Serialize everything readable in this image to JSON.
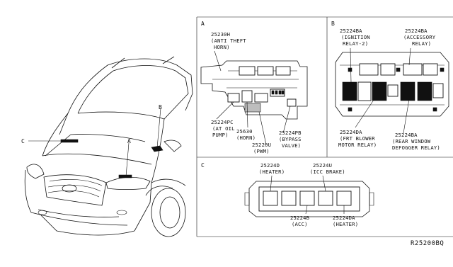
{
  "car_callouts": [
    "C",
    "B",
    "A"
  ],
  "panel_a": {
    "letter": "A",
    "parts": [
      {
        "no": "25230H",
        "desc": [
          "(ANTI THEFT",
          "HORN)"
        ]
      },
      {
        "no": "25224PC",
        "desc": [
          "(AT OIL",
          "PUMP)"
        ]
      },
      {
        "no": "25630",
        "desc": [
          "(HORN)"
        ]
      },
      {
        "no": "25220U",
        "desc": [
          "(PWM)"
        ]
      },
      {
        "no": "25224PB",
        "desc": [
          "(BYPASS",
          "VALVE)"
        ]
      }
    ]
  },
  "panel_b": {
    "letter": "B",
    "parts": [
      {
        "no": "25224BA",
        "desc": [
          "(IGNITION",
          "RELAY-2)"
        ]
      },
      {
        "no": "25224BA",
        "desc": [
          "(ACCESSORY",
          "RELAY)"
        ]
      },
      {
        "no": "25224DA",
        "desc": [
          "(FRT BLOWER",
          "MOTOR RELAY)"
        ]
      },
      {
        "no": "25224BA",
        "desc": [
          "(REAR WINDOW",
          "DEFOGGER RELAY)"
        ]
      }
    ]
  },
  "panel_c": {
    "letter": "C",
    "parts": [
      {
        "no": "25224D",
        "desc": [
          "(HEATER)"
        ]
      },
      {
        "no": "25224U",
        "desc": [
          "(ICC BRAKE)"
        ]
      },
      {
        "no": "25224B",
        "desc": [
          "(ACC)"
        ]
      },
      {
        "no": "25224DA",
        "desc": [
          "(HEATER)"
        ]
      }
    ]
  },
  "diagram_ref": "R25200BQ"
}
